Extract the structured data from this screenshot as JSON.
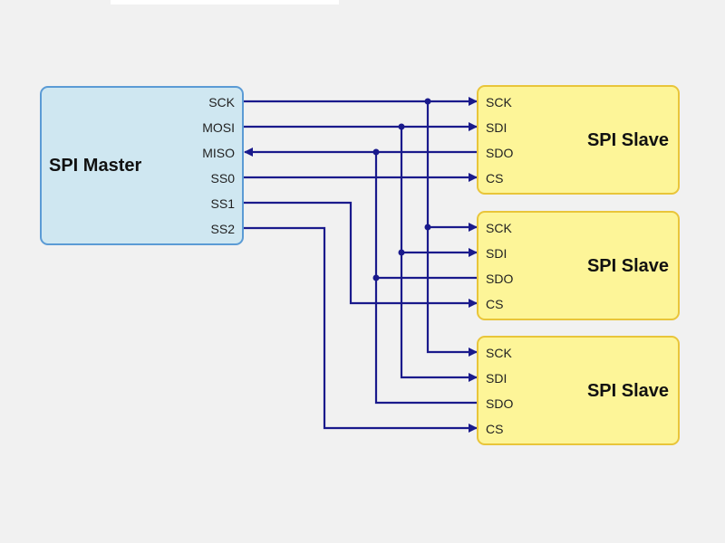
{
  "diagram": {
    "type": "spi-bus-topology",
    "colors": {
      "wire": "#1a1a8c",
      "master_fill": "#cfe7f1",
      "master_border": "#5b9bd5",
      "slave_fill": "#fdf598",
      "slave_border": "#e9c53a"
    },
    "master": {
      "title": "SPI Master",
      "pins": [
        "SCK",
        "MOSI",
        "MISO",
        "SS0",
        "SS1",
        "SS2"
      ]
    },
    "slaves": [
      {
        "title": "SPI Slave",
        "pins": [
          "SCK",
          "SDI",
          "SDO",
          "CS"
        ],
        "chip_select": "SS0"
      },
      {
        "title": "SPI Slave",
        "pins": [
          "SCK",
          "SDI",
          "SDO",
          "CS"
        ],
        "chip_select": "SS1"
      },
      {
        "title": "SPI Slave",
        "pins": [
          "SCK",
          "SDI",
          "SDO",
          "CS"
        ],
        "chip_select": "SS2"
      }
    ],
    "connections": [
      {
        "from": "SCK",
        "to": "SCK",
        "targets": "all slaves",
        "direction": "master-to-slave"
      },
      {
        "from": "MOSI",
        "to": "SDI",
        "targets": "all slaves",
        "direction": "master-to-slave"
      },
      {
        "from": "SDO",
        "to": "MISO",
        "targets": "all slaves",
        "direction": "slave-to-master"
      },
      {
        "from": "SS0",
        "to": "CS",
        "targets": "slave 1",
        "direction": "master-to-slave"
      },
      {
        "from": "SS1",
        "to": "CS",
        "targets": "slave 2",
        "direction": "master-to-slave"
      },
      {
        "from": "SS2",
        "to": "CS",
        "targets": "slave 3",
        "direction": "master-to-slave"
      }
    ]
  }
}
